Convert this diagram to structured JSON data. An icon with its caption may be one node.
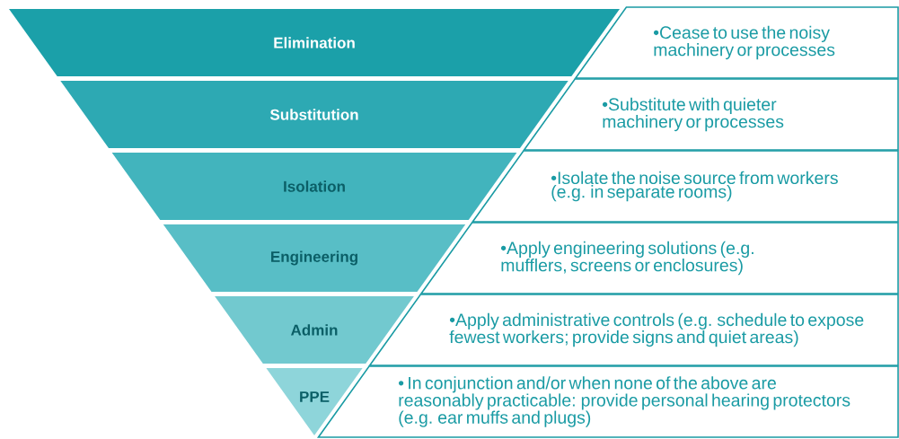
{
  "diagram": {
    "nodes": [
      {
        "text": [
          "Elimination"
        ]
      },
      {
        "text": [
          "•Cease to use the noisy machinery or processes"
        ]
      },
      {
        "text": [
          "Substitution"
        ]
      },
      {
        "text": [
          "•Substitute with quieter machinery or processes"
        ]
      },
      {
        "text": [
          "Isolation"
        ]
      },
      {
        "text": [
          "•Isolate the noise source from workers (e.g. in separate rooms)"
        ]
      },
      {
        "text": [
          "Engineering"
        ]
      },
      {
        "text": [
          "•Apply engineering solutions (e.g. mufflers, screens or enclosures)"
        ]
      },
      {
        "text": [
          "Admin"
        ]
      },
      {
        "text": [
          "•Apply administrative controls (e.g. schedule to expose fewest workers; provide signs and quiet areas)"
        ]
      },
      {
        "text": [
          "PPE"
        ]
      },
      {
        "text": [
          "• In conjunction and/or when none of the above are reasonably practicable: provide personal hearing protectors (e.g. ear muffs and plugs)"
        ]
      }
    ]
  }
}
